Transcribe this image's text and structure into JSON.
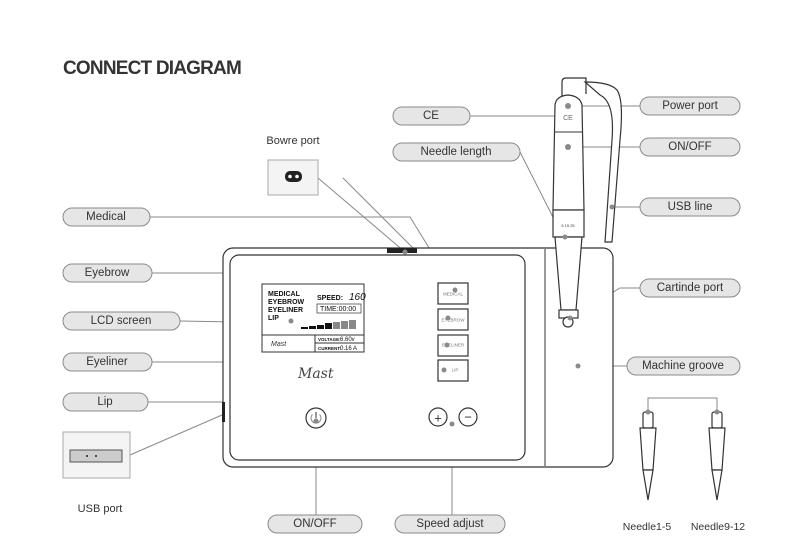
{
  "title": "CONNECT DIAGRAM",
  "labels_left": {
    "medical": "Medical",
    "eyebrow": "Eyebrow",
    "lcd_screen": "LCD screen",
    "eyeliner": "Eyeliner",
    "lip": "Lip",
    "bowre_port": "Bowre port",
    "usb_port": "USB port"
  },
  "labels_right": {
    "ce": "CE",
    "needle_length": "Needle length",
    "power_port": "Power port",
    "on_off": "ON/OFF",
    "usb_line": "USB line",
    "cartinde_port": "Cartinde port",
    "machine_groove": "Machine groove"
  },
  "labels_bottom": {
    "on_off": "ON/OFF",
    "speed_adjust": "Speed adjust",
    "needle_a": "Needle1-5",
    "needle_b": "Needle9-12"
  },
  "lcd": {
    "modes": [
      "MEDICAL",
      "EYEBROW",
      "EYELINER",
      "LIP"
    ],
    "speed_label": "SPEED:",
    "speed_value": "160",
    "time": "TIME:00:00",
    "voltage_label": "VOLTAGE:",
    "voltage_value": "6.60v",
    "current_label": "CURRENT:",
    "current_value": "0.16 A",
    "brand": "Mast"
  },
  "device_buttons": [
    "MEDICAL",
    "EYEBROW",
    "EYELINER",
    "LIP"
  ],
  "pen": {
    "ce_mark": "CE",
    "scale": "5  15  25"
  },
  "brand": "Mast",
  "colors": {
    "pill_fill": "#e6e6e6",
    "line": "#8a8a8a",
    "outline": "#333333"
  }
}
